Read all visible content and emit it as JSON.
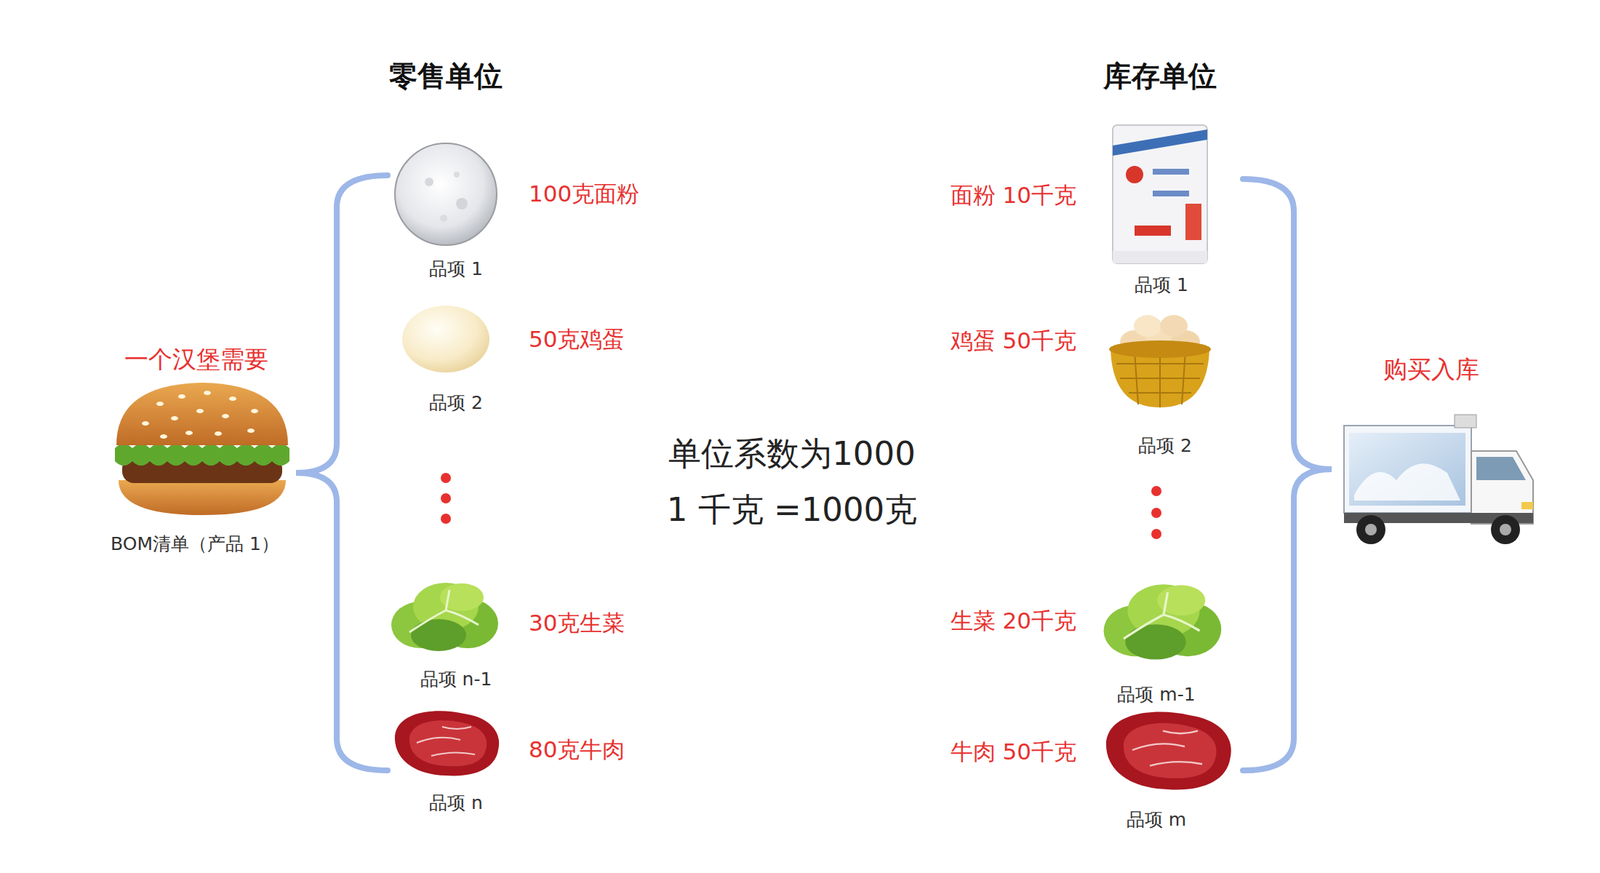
{
  "diagram": {
    "nodes": [
      {
        "text": [
          "一个汉堡需要",
          "BOM清单（产品 1）"
        ]
      },
      {
        "text": [
          "100克面粉",
          "品项 1"
        ]
      },
      {
        "text": [
          "50克鸡蛋",
          "品项 2"
        ]
      },
      {
        "text": [
          "30克生菜",
          "品项 n-1"
        ]
      },
      {
        "text": [
          "80克牛肉",
          "品项 n"
        ]
      },
      {
        "text": [
          "面粉 10千克",
          "品项 1"
        ]
      },
      {
        "text": [
          "鸡蛋 50千克",
          "品项 2"
        ]
      },
      {
        "text": [
          "生菜 20千克",
          "品项 m-1"
        ]
      },
      {
        "text": [
          "牛肉 50千克",
          "品项 m"
        ]
      },
      {
        "text": [
          "购买入库"
        ]
      }
    ],
    "labels": [
      "零售单位",
      "库存单位",
      "单位系数为1000",
      "1 千克 =1000克"
    ]
  }
}
